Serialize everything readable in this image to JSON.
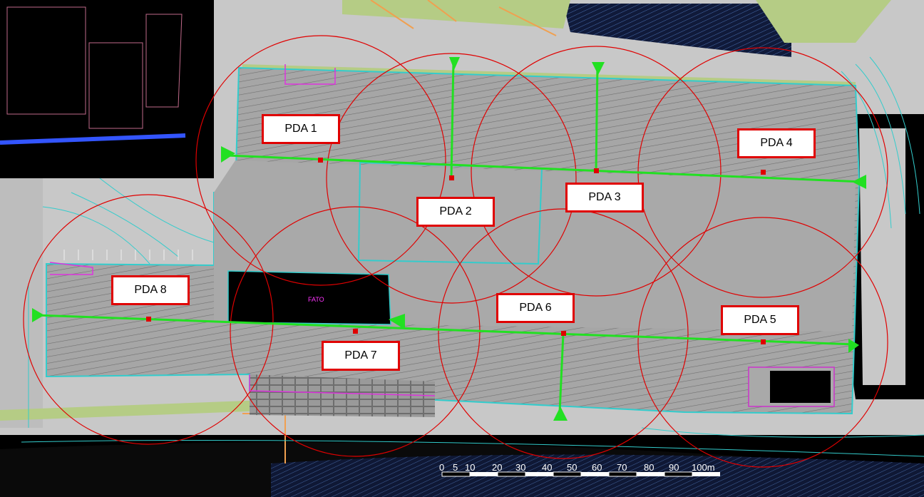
{
  "labels": {
    "pda1": "PDA 1",
    "pda2": "PDA 2",
    "pda3": "PDA 3",
    "pda4": "PDA 4",
    "pda5": "PDA 5",
    "pda6": "PDA 6",
    "pda7": "PDA 7",
    "pda8": "PDA 8",
    "hall_name": "FATO"
  },
  "scale_bar": {
    "ticks": [
      "0",
      "5",
      "10",
      "20",
      "30",
      "40",
      "50",
      "60",
      "70",
      "80",
      "90",
      "100m"
    ]
  },
  "colors": {
    "background": "#000000",
    "building": "#a9a9a9",
    "road": "#c8c8c8",
    "grass": "#b5cc85",
    "circle": "#e00000",
    "axis": "#22e022",
    "outline": "#33cccc",
    "label_border": "#e00000"
  }
}
